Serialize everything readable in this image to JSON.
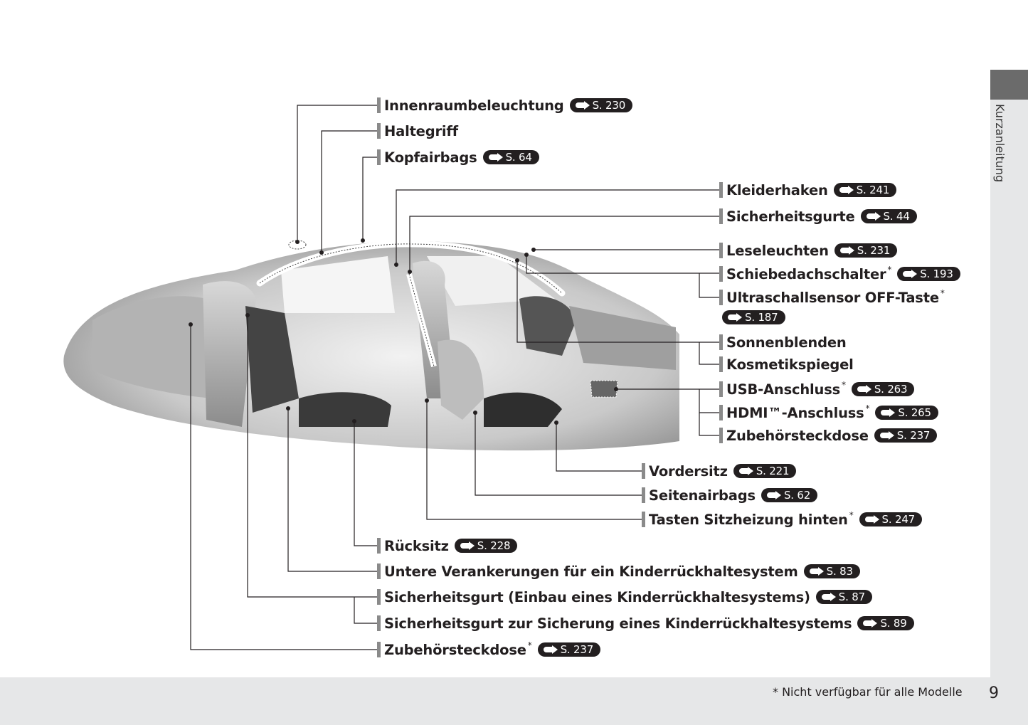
{
  "side_tab": {
    "label": "Kurzanleitung"
  },
  "footer": {
    "note": "* Nicht verfügbar für alle Modelle",
    "page_number": "9"
  },
  "callouts": {
    "innenraumbeleuchtung": {
      "label": "Innenraumbeleuchtung",
      "ref": "S. 230"
    },
    "haltegriff": {
      "label": "Haltegriff"
    },
    "kopfairbags": {
      "label": "Kopfairbags",
      "ref": "S. 64"
    },
    "kleiderhaken": {
      "label": "Kleiderhaken",
      "ref": "S. 241"
    },
    "sicherheitsgurte": {
      "label": "Sicherheitsgurte",
      "ref": "S. 44"
    },
    "leseleuchten": {
      "label": "Leseleuchten",
      "ref": "S. 231"
    },
    "schiebedach": {
      "label": "Schiebedachschalter",
      "star": "*",
      "ref": "S. 193"
    },
    "ultraschall": {
      "label": "Ultraschallsensor OFF-Taste",
      "star": "*",
      "ref": "S. 187"
    },
    "sonnenblenden": {
      "label": "Sonnenblenden"
    },
    "kosmetikspiegel": {
      "label": "Kosmetikspiegel"
    },
    "usb": {
      "label": "USB-Anschluss",
      "star": "*",
      "ref": "S. 263"
    },
    "hdmi": {
      "label": "HDMI™-Anschluss",
      "star": "*",
      "ref": "S. 265"
    },
    "zubehoer_vorne": {
      "label": "Zubehörsteckdose",
      "ref": "S. 237"
    },
    "vordersitz": {
      "label": "Vordersitz",
      "ref": "S. 221"
    },
    "seitenairbags": {
      "label": "Seitenairbags",
      "ref": "S. 62"
    },
    "sitzheizung": {
      "label": "Tasten Sitzheizung hinten",
      "star": "*",
      "ref": "S. 247"
    },
    "ruecksitz": {
      "label": "Rücksitz",
      "ref": "S. 228"
    },
    "verankerungen": {
      "label": "Untere Verankerungen für ein Kinderrückhaltesystem",
      "ref": "S. 83"
    },
    "gurt_einbau": {
      "label": "Sicherheitsgurt (Einbau eines Kinderrückhaltesystems)",
      "ref": "S. 87"
    },
    "gurt_sicherung": {
      "label": "Sicherheitsgurt zur Sicherung eines Kinderrückhaltesystems",
      "ref": "S. 89"
    },
    "zubehoer_hinten": {
      "label": "Zubehörsteckdose",
      "star": "*",
      "ref": "S. 237"
    }
  },
  "colors": {
    "text": "#231f20",
    "badge": "#231f20",
    "bar": "#8a8a8a",
    "tab": "#6b6b6b",
    "strip": "#e6e7e8"
  }
}
